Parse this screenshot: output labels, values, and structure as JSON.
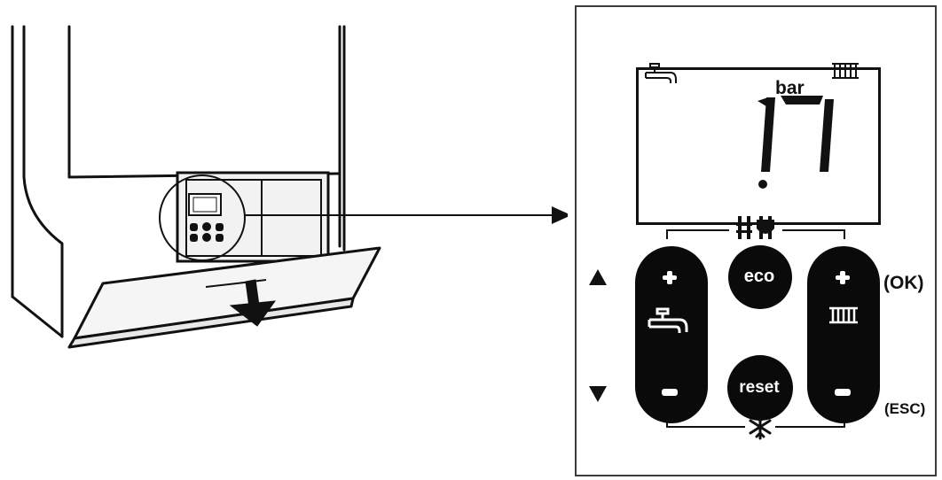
{
  "display": {
    "pressure_value": "1.7",
    "pressure_unit": "bar"
  },
  "icons": {
    "dhw": "tap-icon",
    "heating": "radiator-icon",
    "mode": "summer-winter-icon",
    "antifreeze": "snowflake-icon"
  },
  "buttons": {
    "eco": "eco",
    "reset": "reset"
  },
  "labels": {
    "ok": "(OK)",
    "esc": "(ESC)"
  }
}
